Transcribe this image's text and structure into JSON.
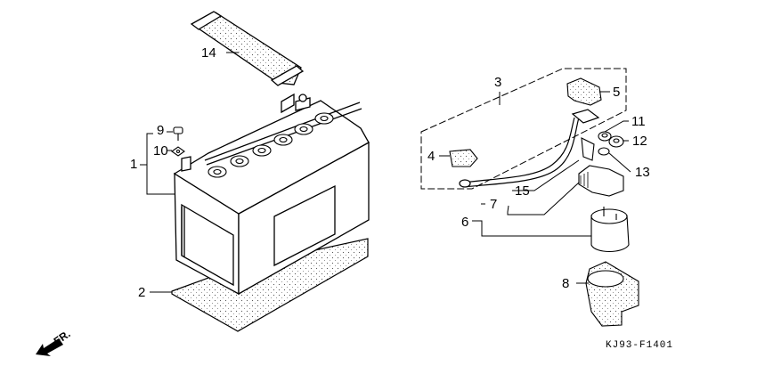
{
  "diagram": {
    "type": "exploded-parts-diagram",
    "subject": "Battery and starter relay assembly",
    "figure_code": "KJ93-F1401",
    "direction_indicator": "FR.",
    "colors": {
      "line": "#000000",
      "background": "#ffffff",
      "stipple": "#555555"
    }
  },
  "callouts": [
    {
      "id": "1",
      "label": "1",
      "part": "battery"
    },
    {
      "id": "2",
      "label": "2",
      "part": "battery-pad"
    },
    {
      "id": "3",
      "label": "3",
      "part": "cable-group"
    },
    {
      "id": "4",
      "label": "4",
      "part": "terminal-cover"
    },
    {
      "id": "5",
      "label": "5",
      "part": "terminal-cap"
    },
    {
      "id": "6",
      "label": "6",
      "part": "starter-relay-assembly"
    },
    {
      "id": "7",
      "label": "7",
      "part": "fuse-holder-group"
    },
    {
      "id": "8",
      "label": "8",
      "part": "relay-cover"
    },
    {
      "id": "9",
      "label": "9",
      "part": "bolt"
    },
    {
      "id": "10",
      "label": "10",
      "part": "nut-plate"
    },
    {
      "id": "11",
      "label": "11",
      "part": "nut"
    },
    {
      "id": "12",
      "label": "12",
      "part": "nut"
    },
    {
      "id": "13",
      "label": "13",
      "part": "washer"
    },
    {
      "id": "14",
      "label": "14",
      "part": "battery-strap"
    },
    {
      "id": "15",
      "label": "15",
      "part": "fuse"
    }
  ]
}
